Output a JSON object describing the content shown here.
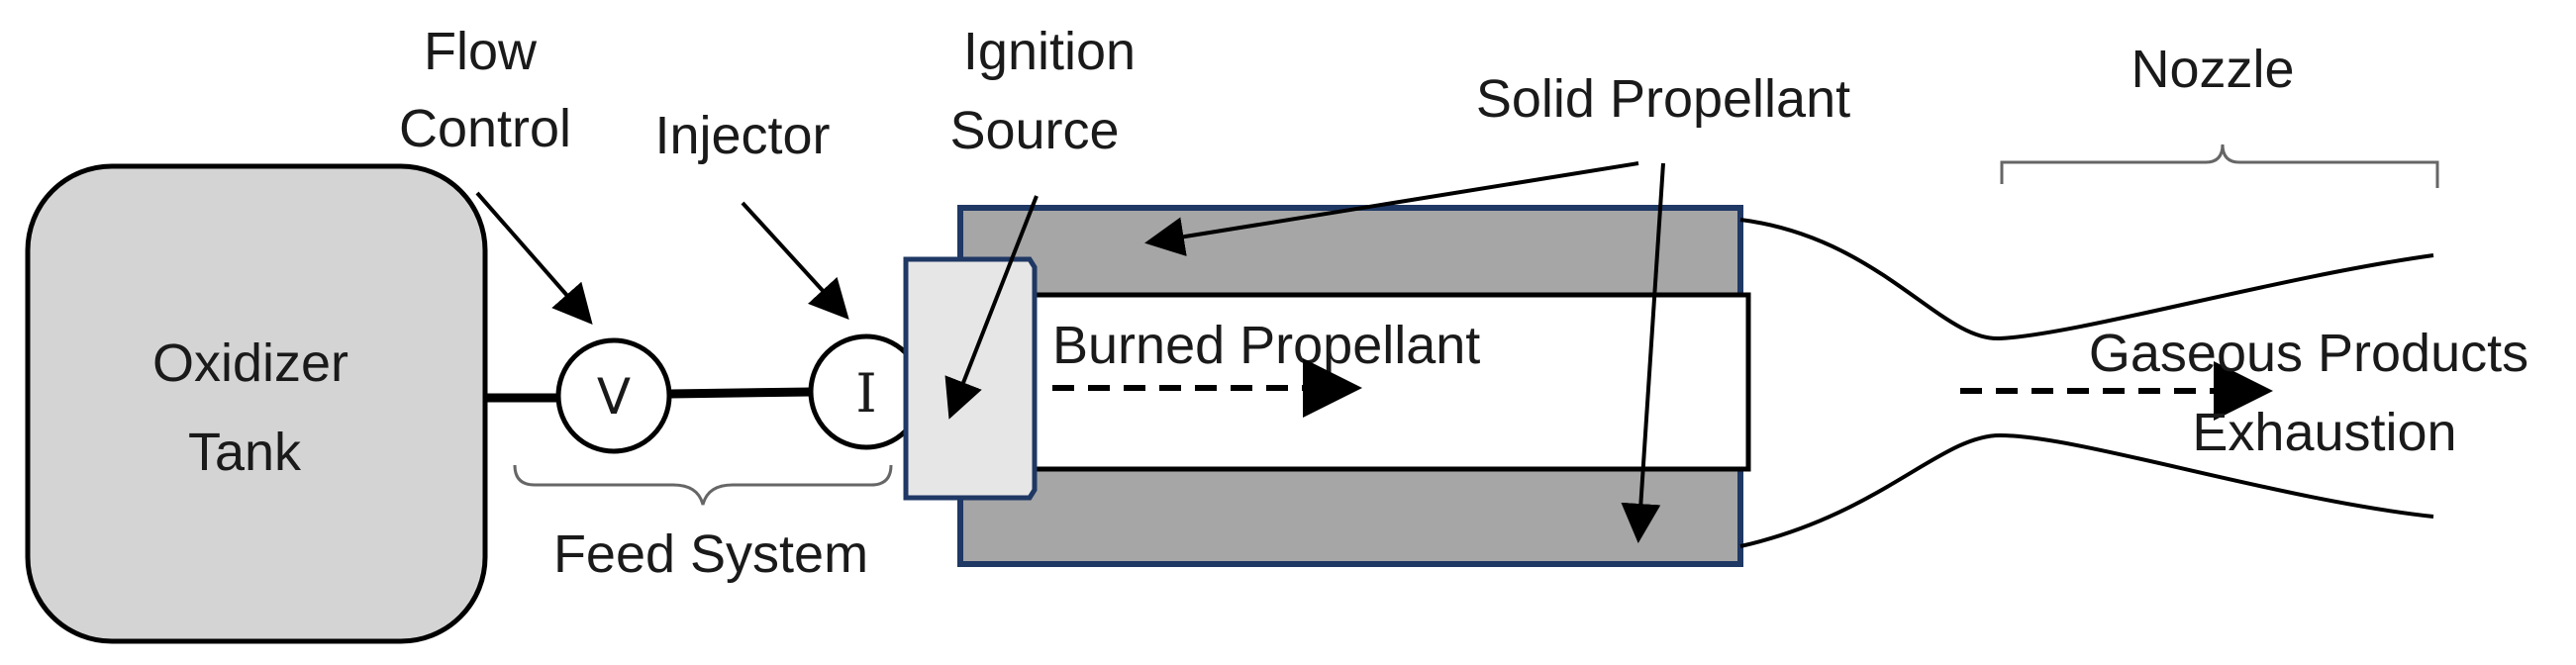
{
  "labels": {
    "oxidizer_tank_line1": "Oxidizer",
    "oxidizer_tank_line2": "Tank",
    "flow_control_line1": "Flow",
    "flow_control_line2": "Control",
    "injector": "Injector",
    "ignition_source_line1": "Ignition",
    "ignition_source_line2": "Source",
    "solid_propellant": "Solid Propellant",
    "nozzle": "Nozzle",
    "burned_propellant": "Burned Propellant",
    "gaseous_products": "Gaseous Products",
    "exhaustion": "Exhaustion",
    "feed_system": "Feed System"
  },
  "symbols": {
    "valve": "V",
    "injector": "I"
  },
  "colors": {
    "tank_fill": "#d4d4d4",
    "propellant_fill": "#a6a6a6",
    "casing_border": "#1f3864",
    "igniter_fill": "#e6e6e6",
    "line": "#000000"
  }
}
